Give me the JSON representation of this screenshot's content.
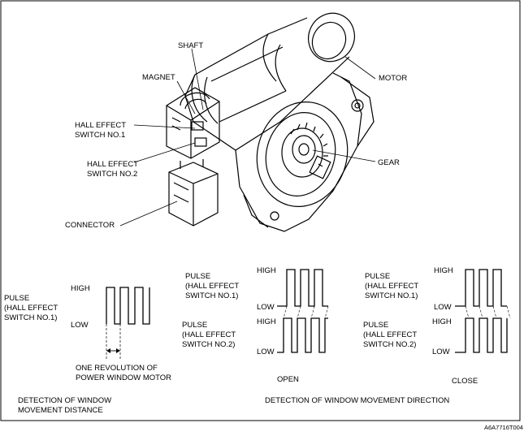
{
  "labels": {
    "shaft": "SHAFT",
    "magnet": "MAGNET",
    "motor": "MOTOR",
    "gear": "GEAR",
    "connector": "CONNECTOR",
    "hall1_line1": "HALL EFFECT",
    "hall1_line2": "SWITCH NO.1",
    "hall2_line1": "HALL EFFECT",
    "hall2_line2": "SWITCH NO.2"
  },
  "distance_panel": {
    "pulse_line1": "PULSE",
    "pulse_line2": "(HALL EFFECT",
    "pulse_line3": "SWITCH NO.1)",
    "high": "HIGH",
    "low": "LOW",
    "revolution_line1": "ONE REVOLUTION OF",
    "revolution_line2": "POWER WINDOW MOTOR",
    "caption_line1": "DETECTION OF WINDOW",
    "caption_line2": "MOVEMENT DISTANCE"
  },
  "direction_panel": {
    "open": {
      "sw1_line1": "PULSE",
      "sw1_line2": "(HALL EFFECT",
      "sw1_line3": "SWITCH NO.1)",
      "sw2_line1": "PULSE",
      "sw2_line2": "(HALL EFFECT",
      "sw2_line3": "SWITCH NO.2)",
      "high1": "HIGH",
      "low1": "LOW",
      "high2": "HIGH",
      "low2": "LOW",
      "title": "OPEN"
    },
    "close": {
      "sw1_line1": "PULSE",
      "sw1_line2": "(HALL EFFECT",
      "sw1_line3": "SWITCH NO.1)",
      "sw2_line1": "PULSE",
      "sw2_line2": "(HALL EFFECT",
      "sw2_line3": "SWITCH NO.2)",
      "high1": "HIGH",
      "low1": "LOW",
      "high2": "HIGH",
      "low2": "LOW",
      "title": "CLOSE"
    },
    "caption": "DETECTION OF WINDOW MOVEMENT DIRECTION"
  },
  "figure_code": "A6A7716T004"
}
